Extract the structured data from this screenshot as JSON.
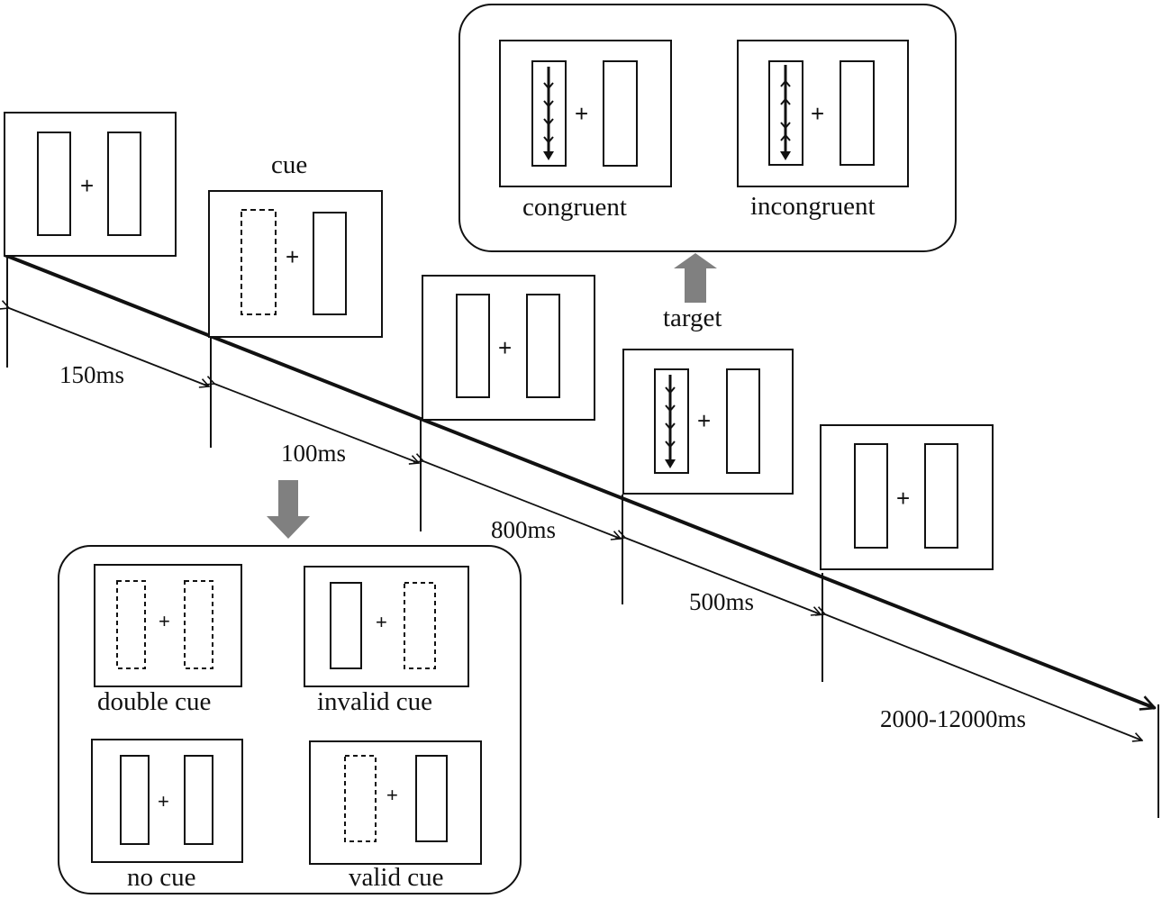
{
  "labels": {
    "cue": "cue",
    "target": "target"
  },
  "fixation_symbol": "+",
  "durations": [
    "150ms",
    "100ms",
    "800ms",
    "500ms",
    "2000-12000ms"
  ],
  "cue_types": [
    "double cue",
    "invalid cue",
    "no cue",
    "valid cue"
  ],
  "target_types": [
    "congruent",
    "incongruent"
  ],
  "colors": {
    "line": "#111111",
    "arrow_gray": "#808080",
    "background": "#ffffff"
  }
}
